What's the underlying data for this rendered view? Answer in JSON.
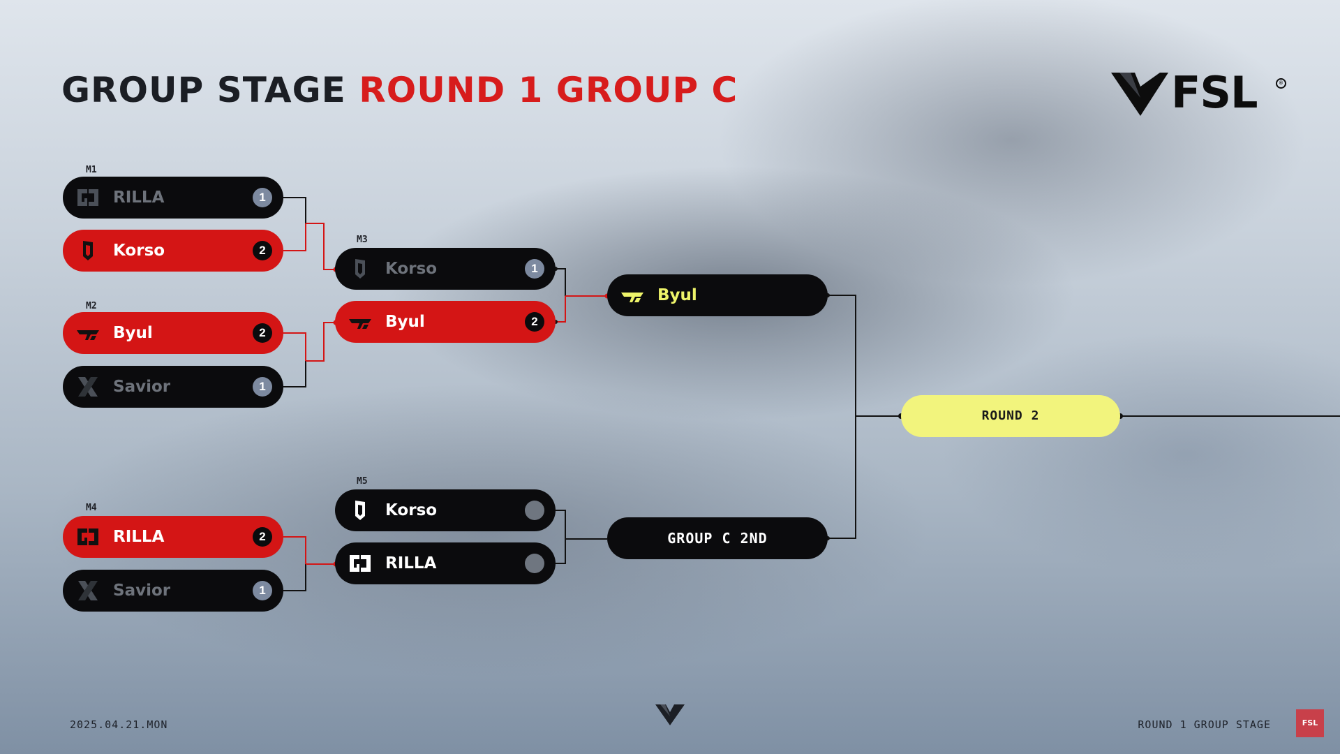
{
  "title": {
    "part1": "GROUP STAGE",
    "part2": "ROUND 1 GROUP C"
  },
  "brand": {
    "logo": "FSL",
    "registered": "®"
  },
  "colors": {
    "red": "#d41515",
    "black": "#0b0b0d",
    "yellow": "#f2f47d",
    "winner_text": "#eef46a"
  },
  "matches": {
    "m1": {
      "label": "M1",
      "teams": [
        {
          "name": "RILLA",
          "score": "1",
          "icon": "gen-g-icon"
        },
        {
          "name": "Korso",
          "score": "2",
          "icon": "shield-icon"
        }
      ]
    },
    "m2": {
      "label": "M2",
      "teams": [
        {
          "name": "Byul",
          "score": "2",
          "icon": "t1-icon"
        },
        {
          "name": "Savior",
          "score": "1",
          "icon": "x-icon"
        }
      ]
    },
    "m3": {
      "label": "M3",
      "teams": [
        {
          "name": "Korso",
          "score": "1",
          "icon": "shield-icon"
        },
        {
          "name": "Byul",
          "score": "2",
          "icon": "t1-icon"
        }
      ]
    },
    "m4": {
      "label": "M4",
      "teams": [
        {
          "name": "RILLA",
          "score": "2",
          "icon": "gen-g-icon"
        },
        {
          "name": "Savior",
          "score": "1",
          "icon": "x-icon"
        }
      ]
    },
    "m5": {
      "label": "M5",
      "teams": [
        {
          "name": "Korso",
          "score": "",
          "icon": "shield-icon"
        },
        {
          "name": "RILLA",
          "score": "",
          "icon": "gen-g-icon"
        }
      ]
    }
  },
  "winner": {
    "name": "Byul",
    "icon": "t1-icon"
  },
  "second": {
    "label": "GROUP C 2ND"
  },
  "round2": {
    "label": "ROUND 2"
  },
  "footer": {
    "date": "2025.04.21.MON",
    "stage": "ROUND 1 GROUP STAGE",
    "badge": "FSL"
  }
}
